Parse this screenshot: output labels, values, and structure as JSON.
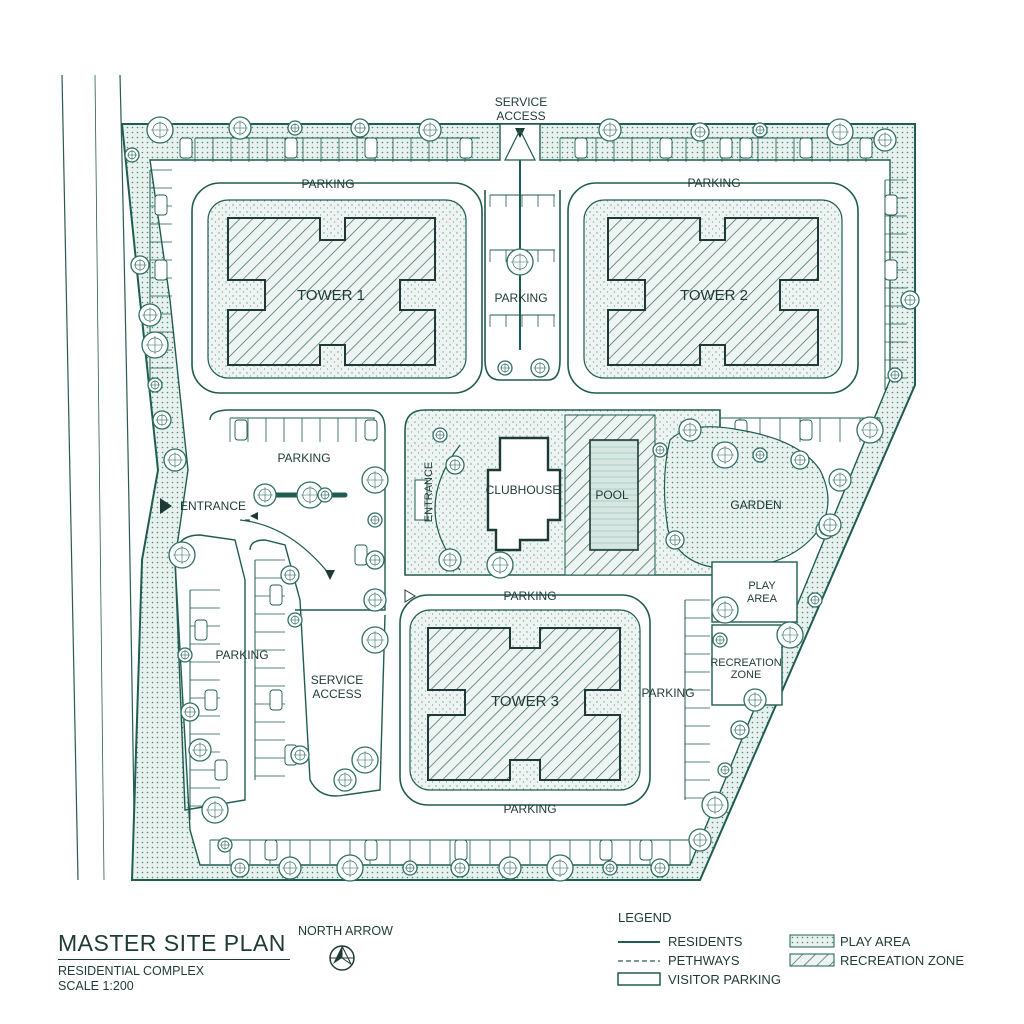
{
  "labels": {
    "service_access_top": [
      "SERVICE",
      "ACCESS"
    ],
    "parking_top_left": "PARKING",
    "parking_top_right": "PARKING",
    "parking_center": "PARKING",
    "tower1": "TOWER 1",
    "tower2": "TOWER 2",
    "tower3": "TOWER 3",
    "parking_left_mid": "PARKING",
    "entrance_main": "ENTRANCE",
    "entrance_vertical": "ENTRANCE",
    "clubhouse": "CLUBHOUSE",
    "pool": "POOL",
    "garden": "GARDEN",
    "play_area": [
      "PLAY",
      "AREA"
    ],
    "recreation_zone": [
      "RECREATION",
      "ZONE"
    ],
    "parking_mid": "PARKING",
    "parking_lower_left": "PARKING",
    "service_access_lower": [
      "SERVICE",
      "ACCESS"
    ],
    "parking_right_mid": "PARKING",
    "parking_bottom": "PARKING"
  },
  "title_block": {
    "title": "MASTER SITE PLAN",
    "subtitle": "RESIDENTIAL COMPLEX",
    "scale": "SCALE 1:200"
  },
  "north_arrow": {
    "label": "NORTH ARROW"
  },
  "legend": {
    "title": "LEGEND",
    "items": [
      {
        "label": "RESIDENTS",
        "style": "solid-line"
      },
      {
        "label": "PETHWAYS",
        "style": "dashed-line"
      },
      {
        "label": "VISITOR PARKING",
        "style": "box"
      },
      {
        "label": "PLAY AREA",
        "style": "dotted-fill"
      },
      {
        "label": "RECREATION ZONE",
        "style": "hatched-fill"
      }
    ]
  },
  "colors": {
    "ink": "#1f5c52",
    "dark_ink": "#1f3a36",
    "fill_light": "#dbe9e4",
    "tree": "#2f6e62"
  }
}
